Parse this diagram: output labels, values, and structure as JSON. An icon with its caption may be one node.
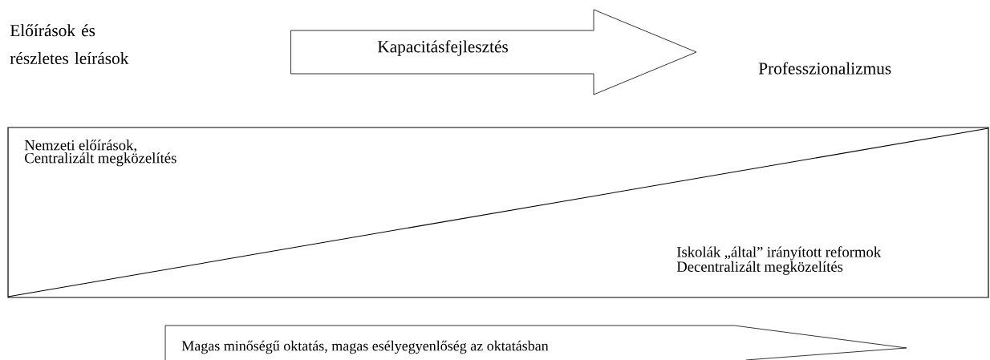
{
  "diagram": {
    "nodes": [
      {
        "text": [
          "Előírások és részletes leírások"
        ]
      },
      {
        "text": [
          "Professzionalizmus"
        ]
      },
      {
        "text": [
          "Nemzeti előírások, Centralizált megközelítés",
          "Iskolák „által” irányított reformok Decentralizált megközelítés"
        ]
      },
      {
        "text": [
          "Magas minőségű oktatás, magas esélyegyenlőség az oktatásban"
        ]
      }
    ],
    "edges": [
      {
        "from": 0,
        "to": 1,
        "arrow": "to",
        "label": "Kapacitásfejlesztés"
      }
    ]
  }
}
